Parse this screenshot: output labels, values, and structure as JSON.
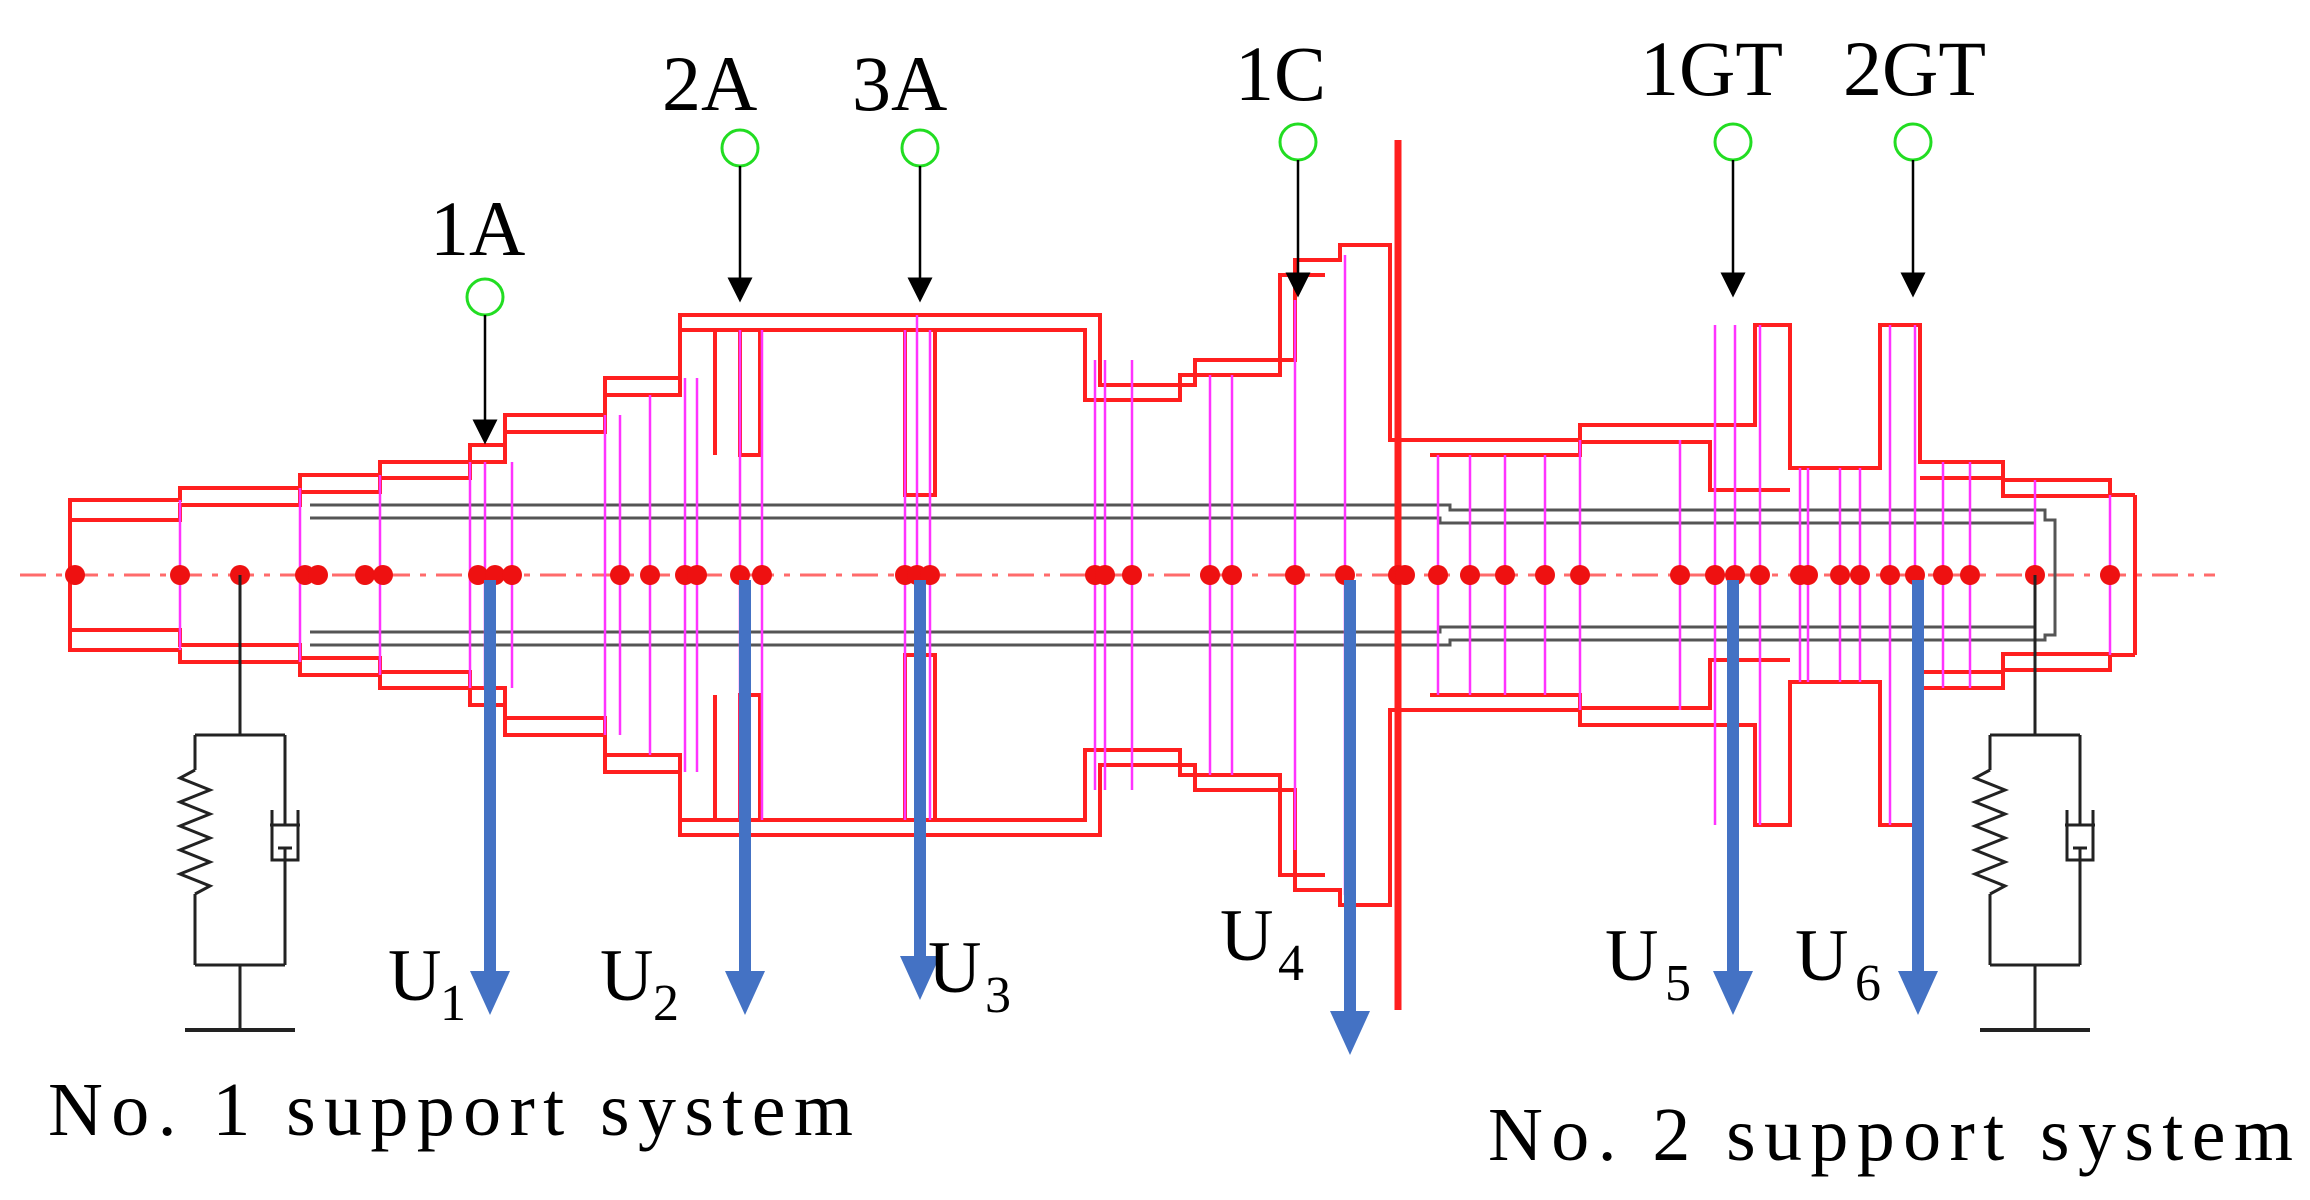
{
  "diagram": {
    "stations": [
      {
        "id": "1A",
        "label": "1A"
      },
      {
        "id": "2A",
        "label": "2A"
      },
      {
        "id": "3A",
        "label": "3A"
      },
      {
        "id": "1C",
        "label": "1C"
      },
      {
        "id": "1GT",
        "label": "1GT"
      },
      {
        "id": "2GT",
        "label": "2GT"
      }
    ],
    "displacements": [
      {
        "base": "U",
        "sub": "1"
      },
      {
        "base": "U",
        "sub": "2"
      },
      {
        "base": "U",
        "sub": "3"
      },
      {
        "base": "U",
        "sub": "4"
      },
      {
        "base": "U",
        "sub": "5"
      },
      {
        "base": "U",
        "sub": "6"
      }
    ],
    "supports": [
      {
        "label": "No. 1 support system"
      },
      {
        "label": "No. 2 support system"
      }
    ],
    "colors": {
      "rotor_outline": "#ff1f1f",
      "section_lines": "#ff33ff",
      "nodes": "#ee1111",
      "inner_shaft": "#555555",
      "sensor_ring": "#22dd22",
      "displacement_arrow": "#4472c4",
      "support": "#222222"
    }
  }
}
